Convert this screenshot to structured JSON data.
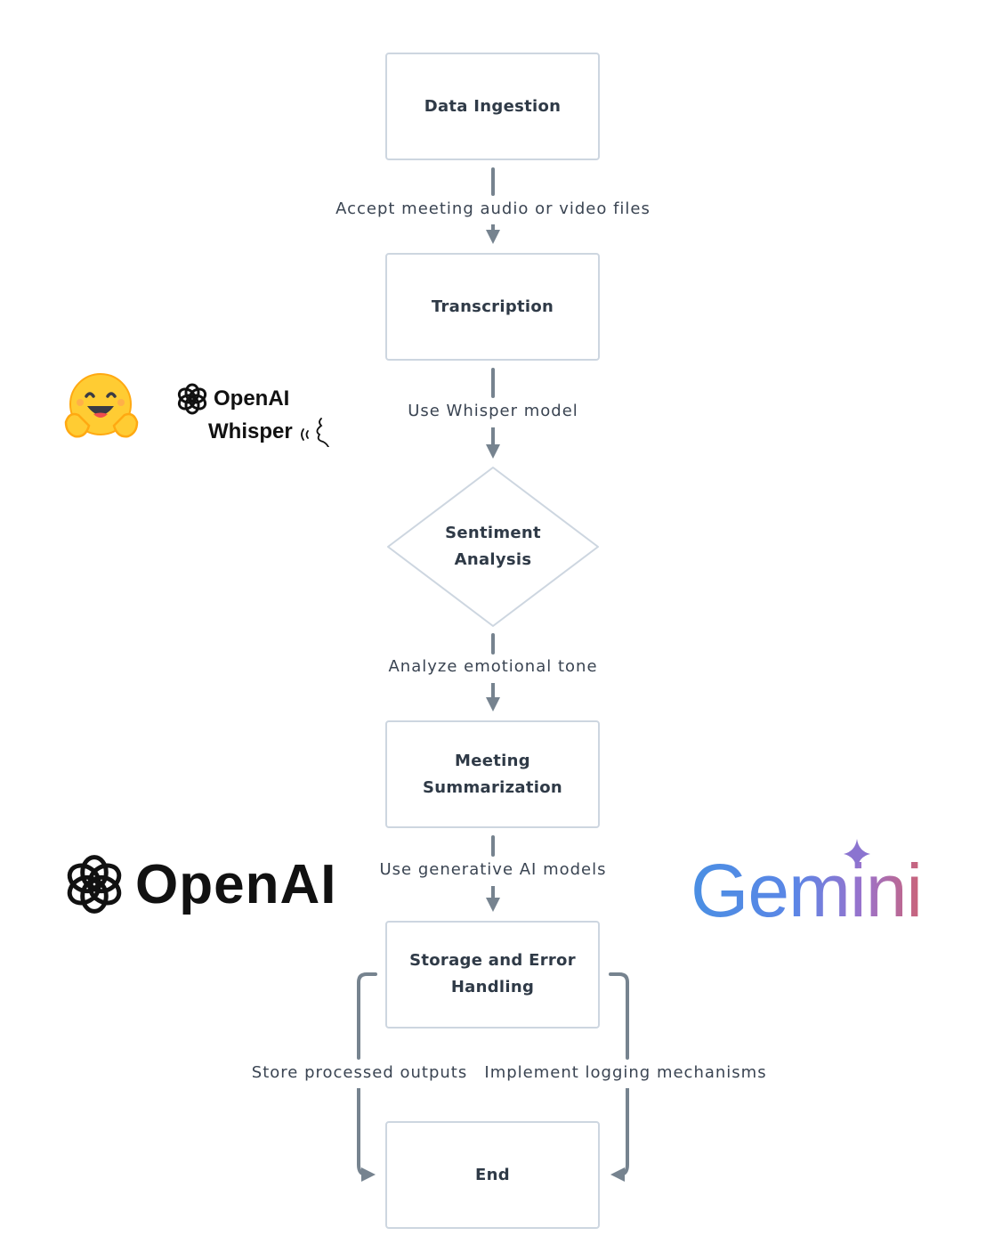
{
  "diagram": {
    "type": "flowchart",
    "nodes": [
      {
        "id": "ingest",
        "label": "Data Ingestion",
        "shape": "rectangle"
      },
      {
        "id": "transcribe",
        "label": "Transcription",
        "shape": "rectangle"
      },
      {
        "id": "sentiment",
        "label": "Sentiment\nAnalysis",
        "shape": "diamond"
      },
      {
        "id": "summarize",
        "label": "Meeting\nSummarization",
        "shape": "rectangle"
      },
      {
        "id": "storage",
        "label": "Storage and Error\nHandling",
        "shape": "rectangle"
      },
      {
        "id": "end",
        "label": "End",
        "shape": "rectangle"
      }
    ],
    "edges": [
      {
        "from": "ingest",
        "to": "transcribe",
        "label": "Accept meeting audio or video files"
      },
      {
        "from": "transcribe",
        "to": "sentiment",
        "label": "Use Whisper model"
      },
      {
        "from": "sentiment",
        "to": "summarize",
        "label": "Analyze emotional tone"
      },
      {
        "from": "summarize",
        "to": "storage",
        "label": "Use generative AI models"
      },
      {
        "from": "storage",
        "to": "end",
        "label": "Store processed outputs",
        "side": "left"
      },
      {
        "from": "storage",
        "to": "end",
        "label": "Implement logging mechanisms",
        "side": "right"
      }
    ]
  },
  "logos": {
    "hugging_face": {
      "name": "hugging-face-icon"
    },
    "openai_whisper": {
      "line1": "OpenAI",
      "line2": "Whisper"
    },
    "openai": {
      "text": "OpenAI"
    },
    "gemini": {
      "text": "Gemini"
    }
  },
  "colors": {
    "node_border": "#cdd6e0",
    "arrow": "#76838f",
    "text": "#2f3a47",
    "gemini_blue": "#4a8fe3",
    "gemini_purple": "#9b72cb",
    "gemini_red": "#cb6377",
    "hugging_face_yellow": "#ffcc33"
  }
}
